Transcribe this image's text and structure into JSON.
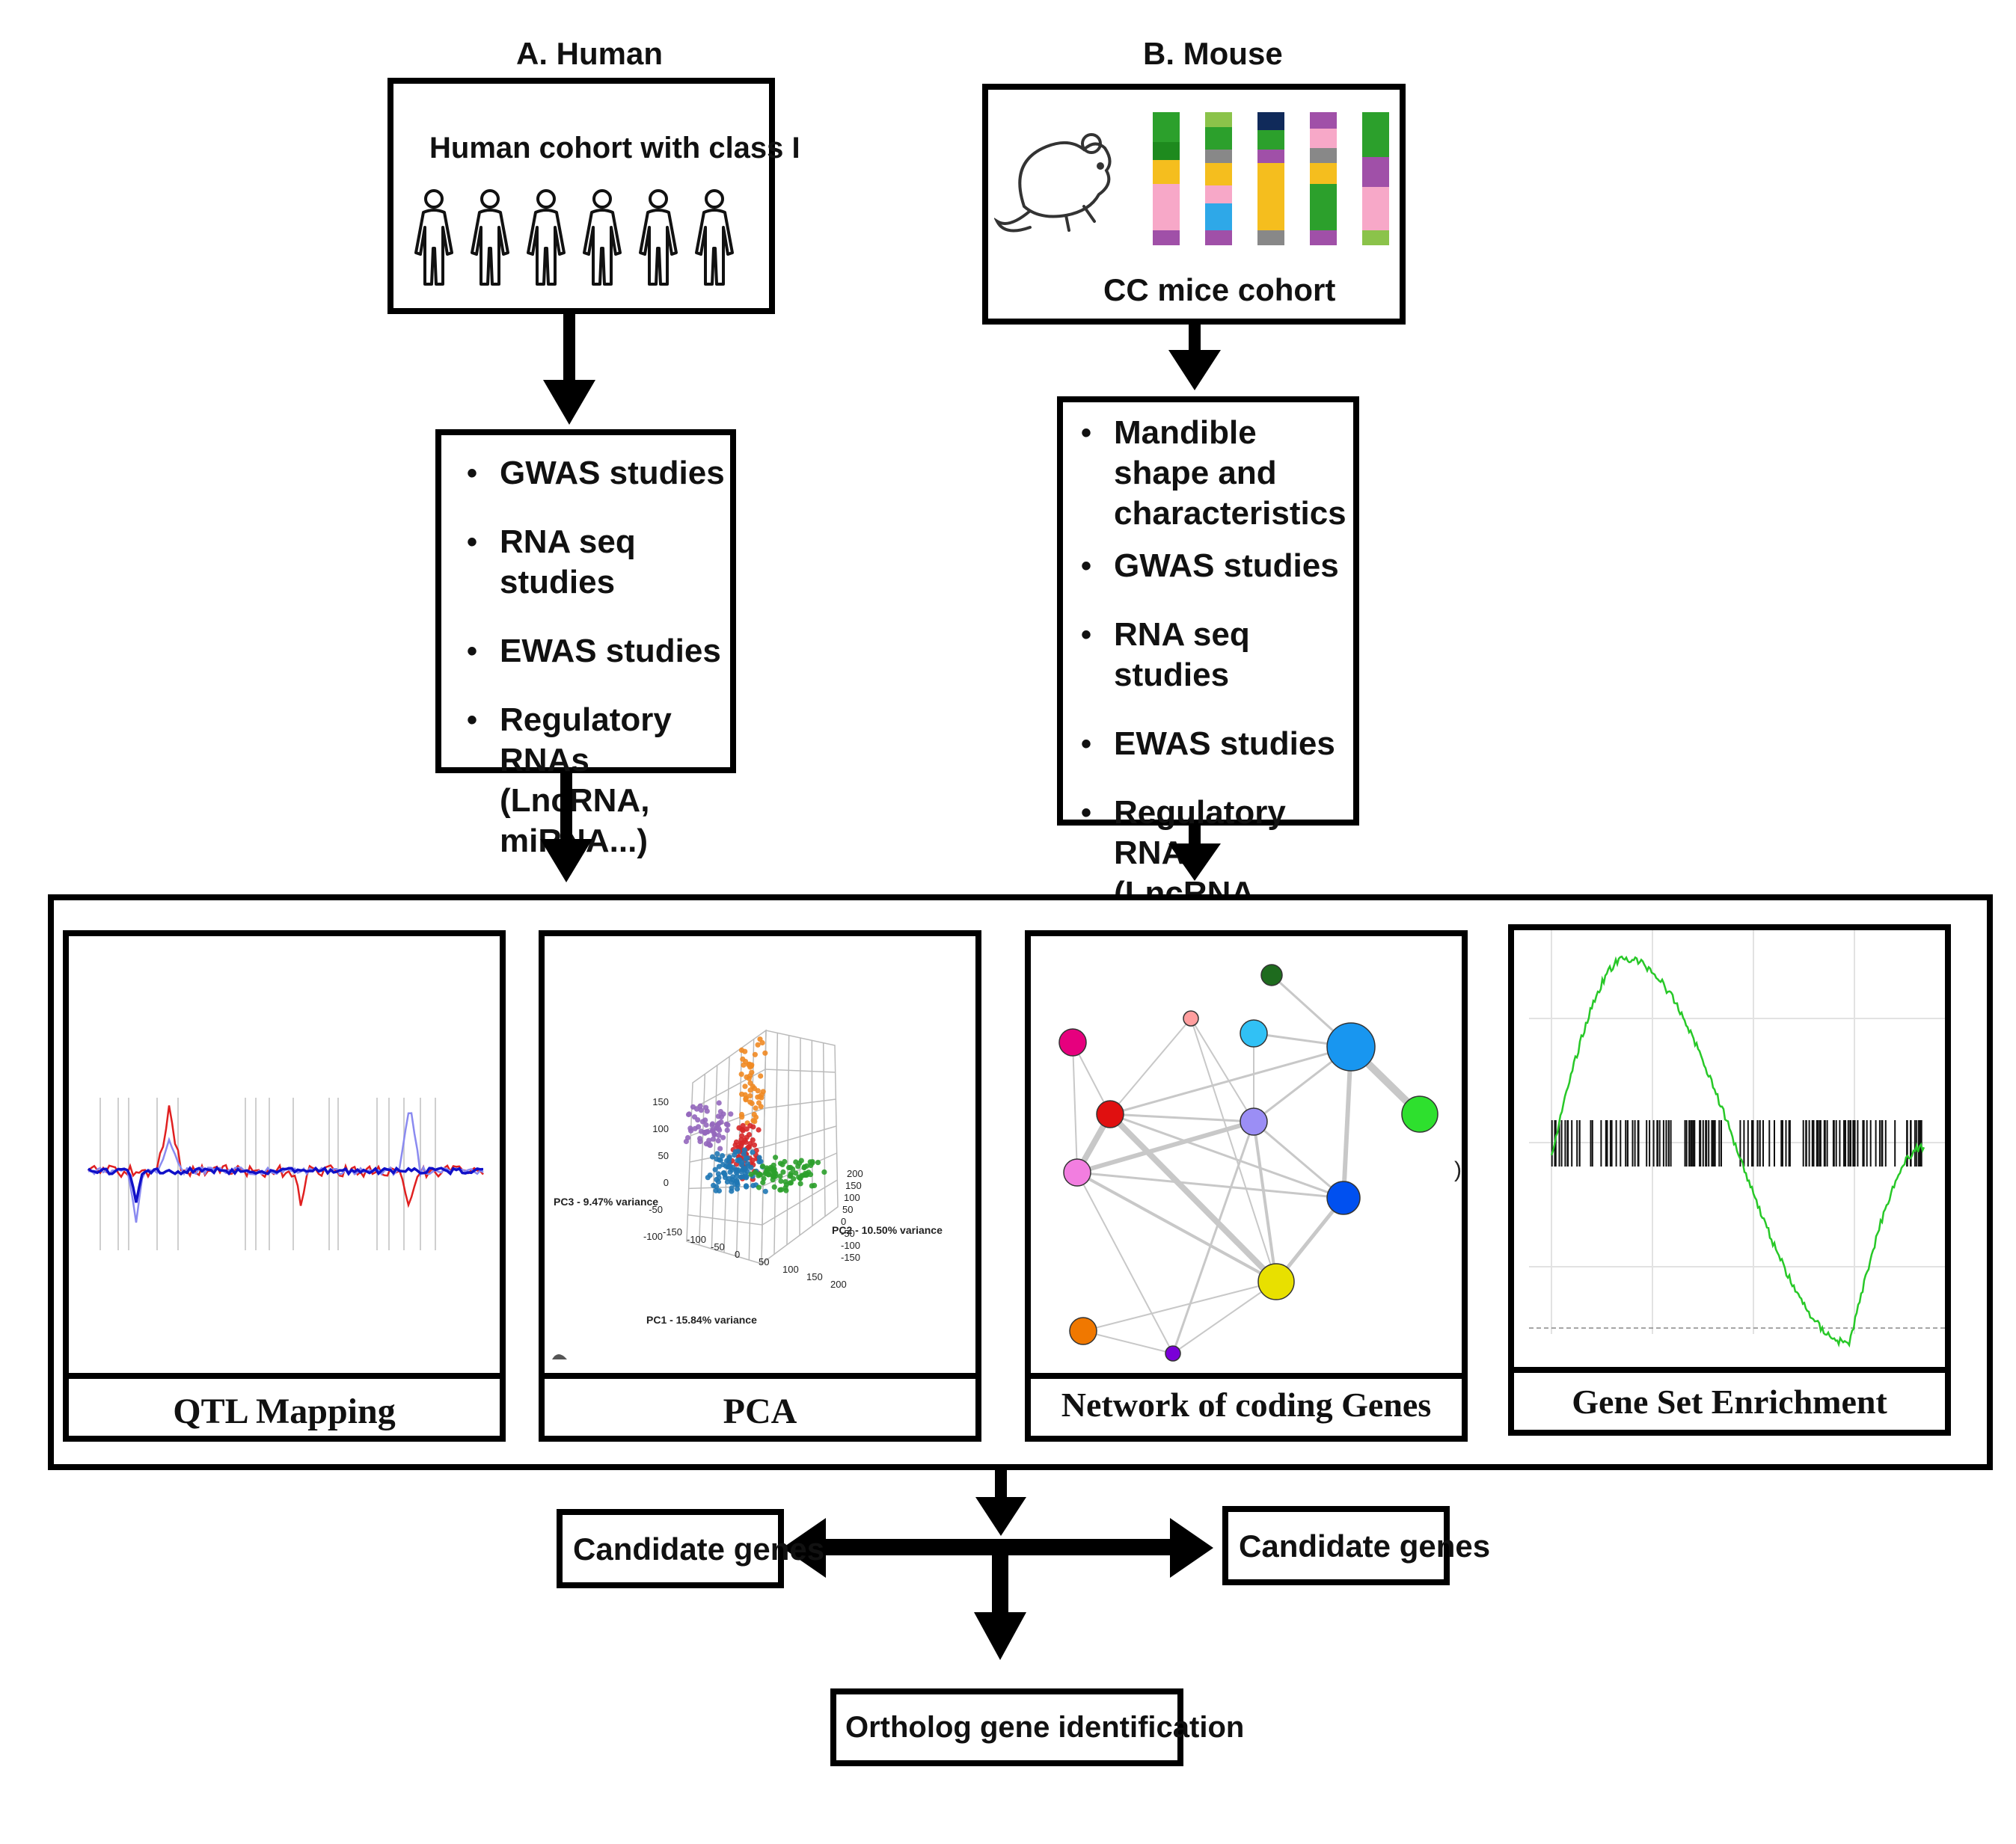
{
  "human": {
    "header": "A. Human",
    "cohort_title": "Human cohort with class I",
    "studies": [
      "GWAS studies",
      "RNA seq studies",
      "EWAS studies",
      "Regulatory RNAs (LncRNA, miRNA...)"
    ]
  },
  "mouse": {
    "header": "B. Mouse",
    "cohort_title": "CC mice cohort",
    "studies": [
      "Mandible shape and characteristics",
      "GWAS studies",
      "RNA seq studies",
      "EWAS studies",
      "Regulatory RNAs (LncRNA, miRNA...)"
    ]
  },
  "analyses": {
    "qtl": "QTL Mapping",
    "pca": "PCA",
    "network": "Network of coding Genes",
    "gsea": "Gene Set Enrichment"
  },
  "pca_plot": {
    "pc1_label": "PC1 - 15.84% variance",
    "pc2_label": "PC2 - 10.50% variance",
    "pc3_label": "PC3 - 9.47% variance",
    "pc3_ticks": [
      "150",
      "100",
      "50",
      "0",
      "-50",
      "-100"
    ],
    "pc2_ticks": [
      "200",
      "150",
      "100",
      "50",
      "0",
      "-50",
      "-100",
      "-150"
    ],
    "pc1_ticks": [
      "-150",
      "-100",
      "-50",
      "0",
      "50",
      "100",
      "150",
      "200"
    ],
    "cluster_colors": [
      "#f08a24",
      "#d62728",
      "#1f77b4",
      "#2ca02c",
      "#9467bd"
    ]
  },
  "network": {
    "node_colors": [
      "#1e6b1e",
      "#ff9e9e",
      "#31c1f5",
      "#1896f0",
      "#e6007e",
      "#2ee02e",
      "#e01010",
      "#9b8ef5",
      "#f27ee0",
      "#0050f0",
      "#e8e000",
      "#f07800",
      "#7a00d8"
    ],
    "edge_color": "#c8c8c8"
  },
  "outputs": {
    "candidate_left": "Candidate genes",
    "candidate_right": "Candidate genes",
    "ortholog": "Ortholog gene identification"
  }
}
